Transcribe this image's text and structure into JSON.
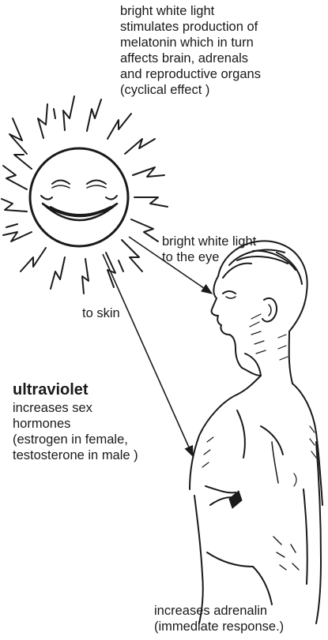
{
  "colors": {
    "ink": "#1a1a1a",
    "background": "#ffffff"
  },
  "melatonin_note": {
    "lines": [
      "bright white light",
      "stimulates production of",
      "melatonin which in turn",
      "affects brain, adrenals",
      "and reproductive organs",
      "(cyclical effect )"
    ]
  },
  "eye_label": {
    "lines": [
      "bright white light",
      "to the eye"
    ]
  },
  "skin_label": "to skin",
  "ultraviolet": {
    "heading": "ultraviolet",
    "lines": [
      "increases sex",
      "hormones",
      "(estrogen in female,",
      "testosterone in male )"
    ]
  },
  "adrenalin_note": {
    "lines": [
      "increases adrenalin",
      "(immediate response.)"
    ]
  },
  "icons": [
    "smiling-sun-icon",
    "human-figure-icon",
    "arrow-to-eye-icon",
    "arrow-to-skin-icon"
  ]
}
